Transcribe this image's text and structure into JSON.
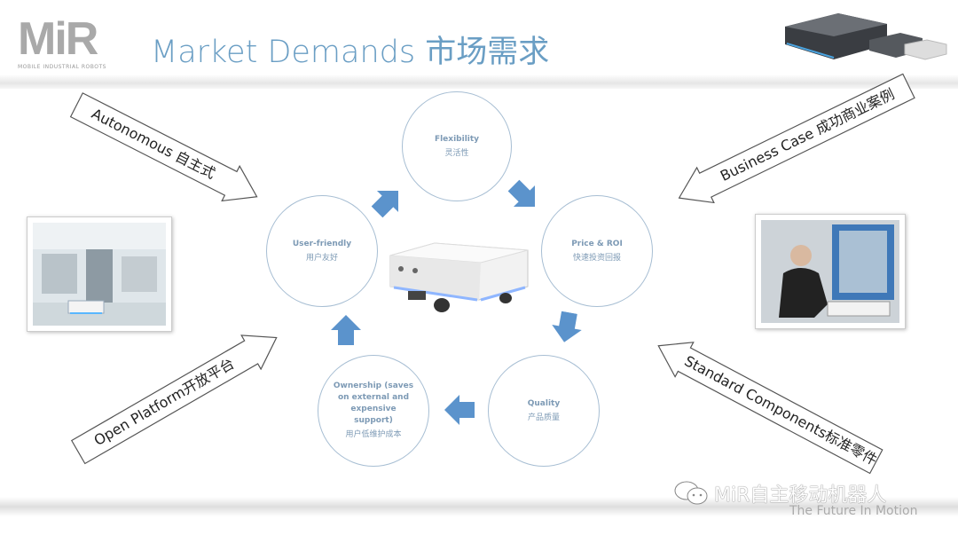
{
  "header": {
    "logo_text": "MiR",
    "logo_subtitle": "MOBILE INDUSTRIAL ROBOTS",
    "title": "Market Demands 市场需求"
  },
  "drivers": {
    "autonomous": "Autonomous 自主式",
    "business_case": "Business Case 成功商业案例",
    "open_platform": "Open Platform开放平台",
    "standard_components": "Standard Components标准零件"
  },
  "cycle": [
    {
      "en": "Flexibility",
      "zh": "灵活性"
    },
    {
      "en": "Price & ROI",
      "zh": "快速投资回报"
    },
    {
      "en": "Quality",
      "zh": "产品质量"
    },
    {
      "en": "Ownership (saves on external and expensive support)",
      "zh": "用户低维护成本"
    },
    {
      "en": "User-friendly",
      "zh": "用户友好"
    }
  ],
  "footer": {
    "brand": "MiR自主移动机器人",
    "tagline": "The Future In Motion"
  },
  "colors": {
    "accent": "#6a9ec4",
    "arrow_blue": "#5b93cc",
    "circle_border": "#a7bed3"
  }
}
